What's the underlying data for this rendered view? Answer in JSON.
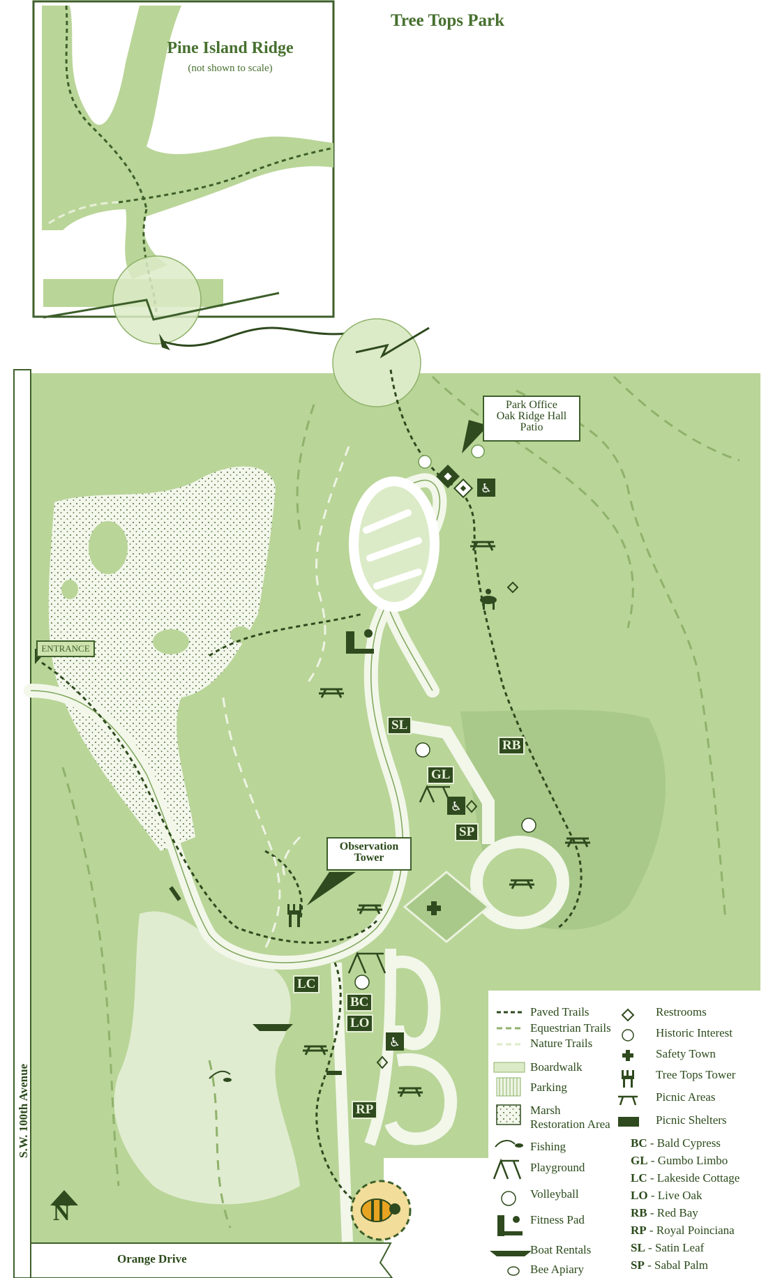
{
  "map": {
    "title": "Tree Tops Park",
    "inset_title": "Pine Island Ridge",
    "inset_subtitle": "(not shown to scale)",
    "labels": {
      "park_office": [
        "Park Office",
        "Oak Ridge Hall",
        "Patio"
      ],
      "observation_tower": [
        "Observation",
        "Tower"
      ],
      "entrance": "ENTRANCE"
    },
    "area_codes": [
      "SL",
      "GL",
      "SP",
      "RB",
      "LC",
      "BC",
      "LO",
      "RP"
    ],
    "roads": {
      "left": "S.W. 100th Avenue",
      "bottom": "Orange Drive"
    },
    "north": "N"
  },
  "legend": {
    "symbols": [
      "Paved Trails",
      "Equestrian Trails",
      "Nature Trails",
      "Boardwalk",
      "Parking",
      "Marsh",
      "Restoration Area",
      "Fishing",
      "Playground",
      "Volleyball",
      "Fitness Pad",
      "Boat Rentals",
      "Bee Apiary",
      "Restrooms",
      "Historic Interest",
      "Safety Town",
      "Tree Tops Tower",
      "Picnic Areas",
      "Picnic Shelters"
    ],
    "abbreviations": [
      {
        "code": "BC",
        "name": "- Bald Cypress"
      },
      {
        "code": "GL",
        "name": "- Gumbo Limbo"
      },
      {
        "code": "LC",
        "name": "- Lakeside Cottage"
      },
      {
        "code": "LO",
        "name": "- Live Oak"
      },
      {
        "code": "RB",
        "name": "- Red Bay"
      },
      {
        "code": "RP",
        "name": "- Royal Poinciana"
      },
      {
        "code": "SL",
        "name": "- Satin Leaf"
      },
      {
        "code": "SP",
        "name": "- Sabal Palm"
      }
    ]
  },
  "colors": {
    "park_green": "#b9d598",
    "dark_green": "#3d5f2a",
    "light_green": "#dcebc7",
    "marsh_fill": "#eef4e4",
    "trail_light": "#e6f0d8"
  }
}
